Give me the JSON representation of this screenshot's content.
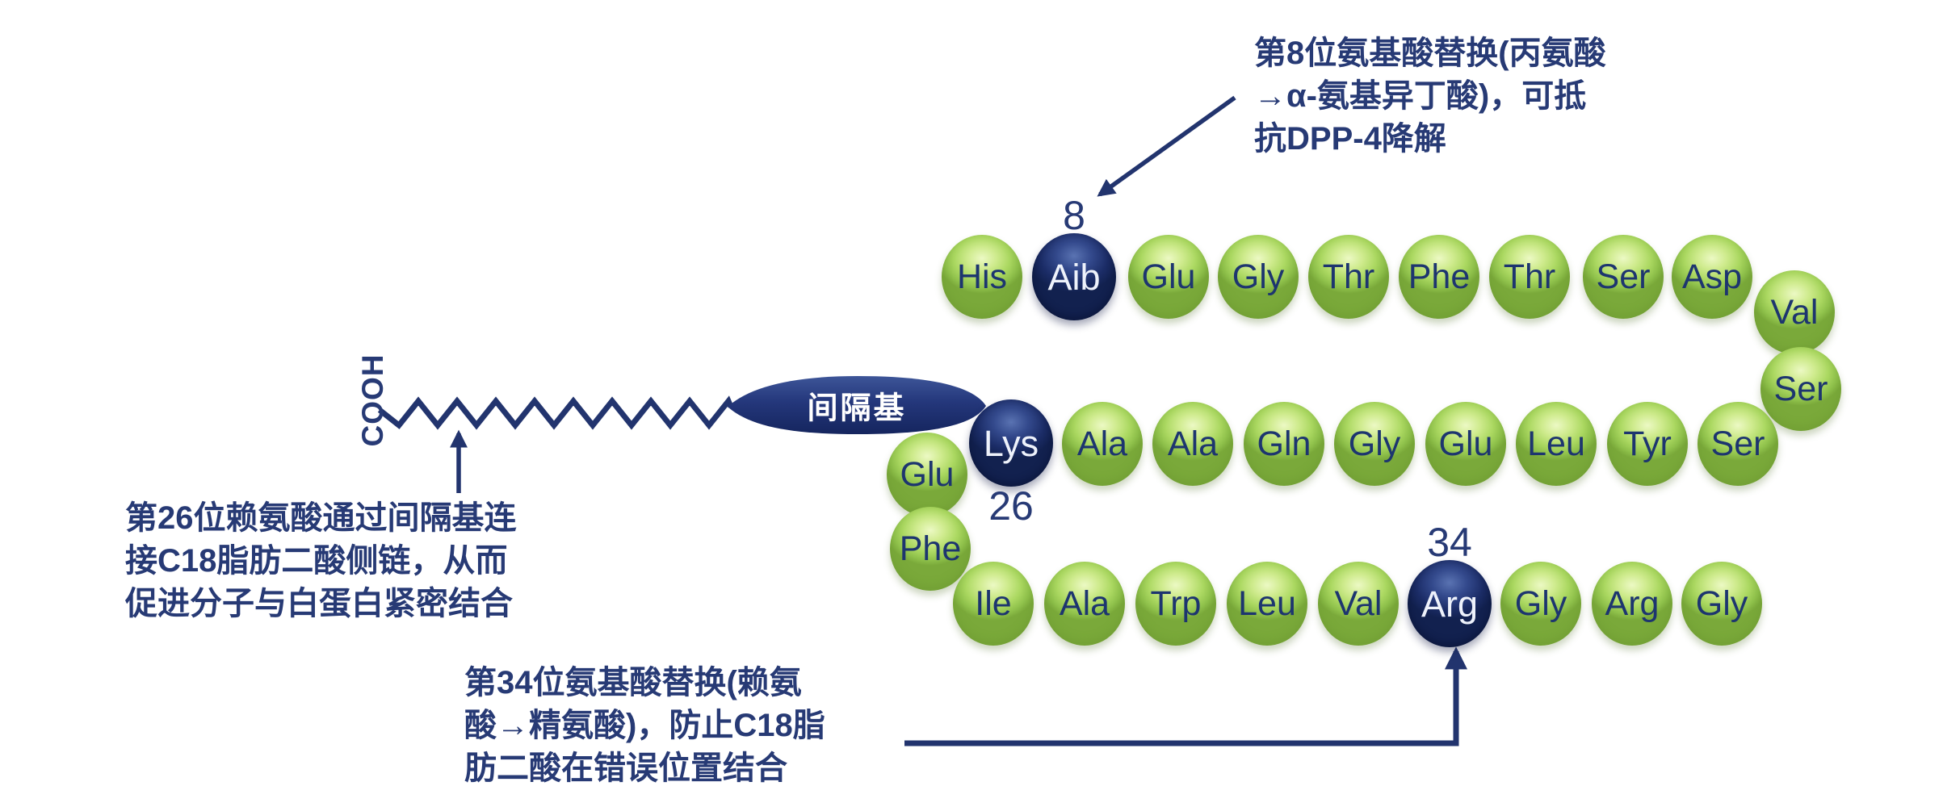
{
  "colors": {
    "line_navy": "#22346e",
    "text_navy": "#273a75",
    "sphere_green": "#9ccf54",
    "sphere_navy": "#1b2c66",
    "background": "#ffffff"
  },
  "fatty_chain": {
    "cooh_label": "COOH"
  },
  "spacer": {
    "label": "间隔基"
  },
  "annotations": {
    "position8": {
      "lines": [
        "第8位氨基酸替换(丙氨酸",
        "→α-氨基异丁酸)，可抵",
        "抗DPP-4降解"
      ]
    },
    "position26": {
      "lines": [
        "第26位赖氨酸通过间隔基连",
        "接C18脂肪二酸侧链，从而",
        "促进分子与白蛋白紧密结合"
      ]
    },
    "position34": {
      "lines": [
        "第34位氨基酸替换(赖氨",
        "酸→精氨酸)，防止C18脂",
        "肪二酸在错误位置结合"
      ]
    }
  },
  "sequence": {
    "residues": [
      {
        "label": "His",
        "modified": false
      },
      {
        "label": "Aib",
        "modified": true,
        "position_label": "8",
        "label_placement": "above"
      },
      {
        "label": "Glu",
        "modified": false
      },
      {
        "label": "Gly",
        "modified": false
      },
      {
        "label": "Thr",
        "modified": false
      },
      {
        "label": "Phe",
        "modified": false
      },
      {
        "label": "Thr",
        "modified": false
      },
      {
        "label": "Ser",
        "modified": false
      },
      {
        "label": "Asp",
        "modified": false
      },
      {
        "label": "Val",
        "modified": false
      },
      {
        "label": "Ser",
        "modified": false
      },
      {
        "label": "Ser",
        "modified": false
      },
      {
        "label": "Tyr",
        "modified": false
      },
      {
        "label": "Leu",
        "modified": false
      },
      {
        "label": "Glu",
        "modified": false
      },
      {
        "label": "Gly",
        "modified": false
      },
      {
        "label": "Gln",
        "modified": false
      },
      {
        "label": "Ala",
        "modified": false
      },
      {
        "label": "Ala",
        "modified": false
      },
      {
        "label": "Lys",
        "modified": true,
        "position_label": "26",
        "label_placement": "below"
      },
      {
        "label": "Glu",
        "modified": false
      },
      {
        "label": "Phe",
        "modified": false
      },
      {
        "label": "Ile",
        "modified": false
      },
      {
        "label": "Ala",
        "modified": false
      },
      {
        "label": "Trp",
        "modified": false
      },
      {
        "label": "Leu",
        "modified": false
      },
      {
        "label": "Val",
        "modified": false
      },
      {
        "label": "Arg",
        "modified": true,
        "position_label": "34",
        "label_placement": "above"
      },
      {
        "label": "Gly",
        "modified": false
      },
      {
        "label": "Arg",
        "modified": false
      },
      {
        "label": "Gly",
        "modified": false
      }
    ]
  }
}
